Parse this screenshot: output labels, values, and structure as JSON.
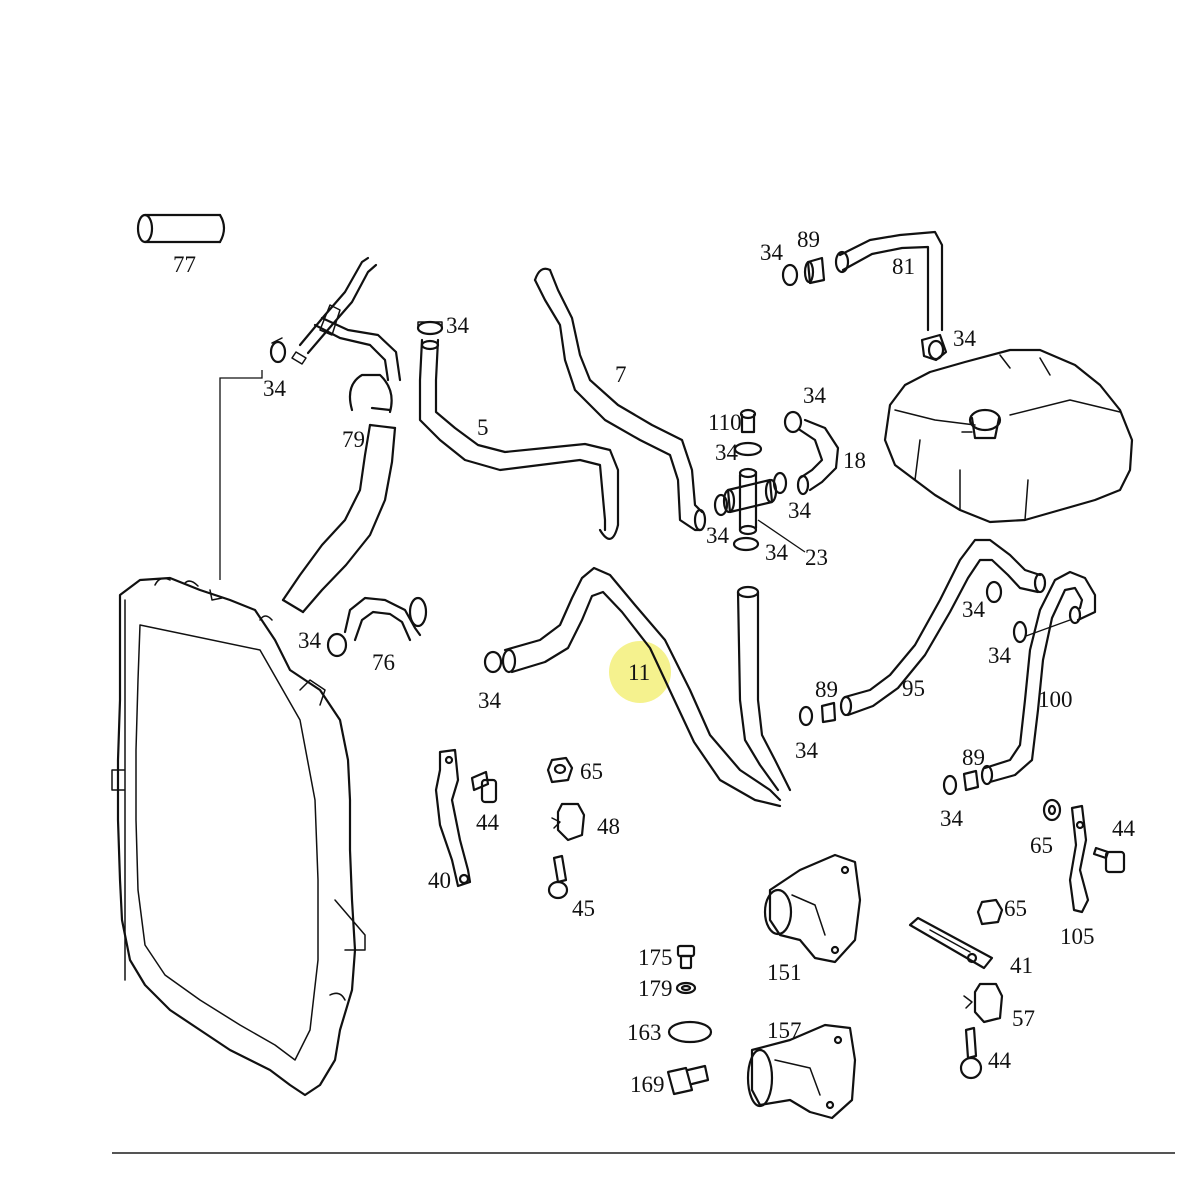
{
  "diagram": {
    "highlight_color": "#f3f07a",
    "line_color": "#111111",
    "labels": {
      "p77": "77",
      "p79": "79",
      "p76": "76",
      "p5": "5",
      "p7": "7",
      "p11": "11",
      "p18": "18",
      "p23": "23",
      "p81": "81",
      "p89a": "89",
      "p89b": "89",
      "p89c": "89",
      "p95": "95",
      "p100": "100",
      "p110": "110",
      "c34a": "34",
      "c34b": "34",
      "c34c": "34",
      "c34d": "34",
      "c34e": "34",
      "c34f": "34",
      "c34g": "34",
      "c34h": "34",
      "c34i": "34",
      "c34j": "34",
      "c34k": "34",
      "c34l": "34",
      "c34m": "34",
      "c34n": "34",
      "c34o": "34",
      "p40": "40",
      "p44a": "44",
      "p44b": "44",
      "p44c": "44",
      "p65a": "65",
      "p65b": "65",
      "p65c": "65",
      "p48": "48",
      "p45": "45",
      "p105": "105",
      "p41": "41",
      "p57": "57",
      "p151": "151",
      "p157": "157",
      "p175": "175",
      "p179": "179",
      "p163": "163",
      "p169": "169"
    }
  }
}
